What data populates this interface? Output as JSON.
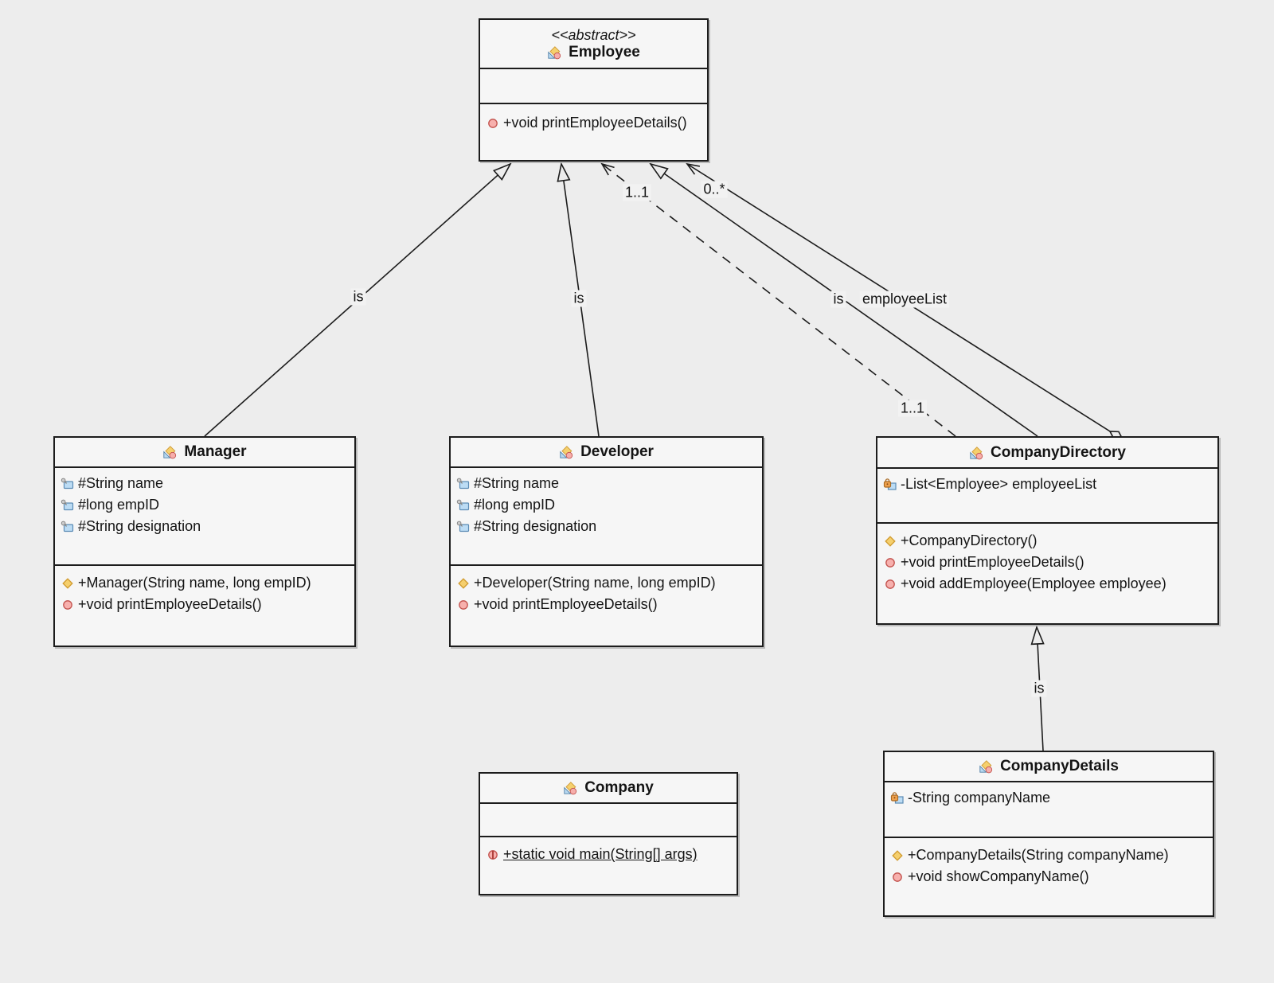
{
  "diagram": {
    "kind": "uml-class-diagram",
    "background_color": "#ededed",
    "box_fill_color": "#f6f6f6",
    "line_color": "#1c1c1c",
    "palette": {
      "field_blue": "#bcdcf4",
      "lock_orange": "#f0a24e",
      "method_pink": "#f7b0ad",
      "constructor_gold": "#f5cf6d",
      "class_icon_gold": "#f5d06e",
      "class_icon_blue": "#b9d9f0",
      "class_icon_pink": "#f6aeab"
    }
  },
  "classes": {
    "employee": {
      "icon": "class-icon",
      "stereotype": "<<abstract>>",
      "name": "Employee",
      "attributes": [],
      "operations": [
        {
          "icon": "public-method-icon",
          "text": "+void printEmployeeDetails()"
        }
      ]
    },
    "manager": {
      "icon": "class-icon",
      "name": "Manager",
      "attributes": [
        {
          "icon": "protected-field-icon",
          "text": "#String name"
        },
        {
          "icon": "protected-field-icon",
          "text": "#long empID"
        },
        {
          "icon": "protected-field-icon",
          "text": "#String designation"
        }
      ],
      "operations": [
        {
          "icon": "constructor-icon",
          "text": "+Manager(String name, long empID)"
        },
        {
          "icon": "public-method-icon",
          "text": "+void printEmployeeDetails()"
        }
      ]
    },
    "developer": {
      "icon": "class-icon",
      "name": "Developer",
      "attributes": [
        {
          "icon": "protected-field-icon",
          "text": "#String name"
        },
        {
          "icon": "protected-field-icon",
          "text": "#long empID"
        },
        {
          "icon": "protected-field-icon",
          "text": "#String designation"
        }
      ],
      "operations": [
        {
          "icon": "constructor-icon",
          "text": "+Developer(String name, long empID)"
        },
        {
          "icon": "public-method-icon",
          "text": "+void printEmployeeDetails()"
        }
      ]
    },
    "company_directory": {
      "icon": "class-icon",
      "name": "CompanyDirectory",
      "attributes": [
        {
          "icon": "private-field-icon",
          "text": "-List<Employee> employeeList"
        }
      ],
      "operations": [
        {
          "icon": "constructor-icon",
          "text": "+CompanyDirectory()"
        },
        {
          "icon": "public-method-icon",
          "text": "+void printEmployeeDetails()"
        },
        {
          "icon": "public-method-icon",
          "text": "+void addEmployee(Employee employee)"
        }
      ]
    },
    "company": {
      "icon": "class-icon",
      "name": "Company",
      "attributes": [],
      "operations": [
        {
          "icon": "static-method-icon",
          "text": "+static void main(String[] args)",
          "underline": true
        }
      ]
    },
    "company_details": {
      "icon": "class-icon",
      "name": "CompanyDetails",
      "attributes": [
        {
          "icon": "private-field-icon",
          "text": "-String companyName"
        }
      ],
      "operations": [
        {
          "icon": "constructor-icon",
          "text": "+CompanyDetails(String companyName)"
        },
        {
          "icon": "public-method-icon",
          "text": "+void showCompanyName()"
        }
      ]
    }
  },
  "edges": [
    {
      "type": "generalization",
      "from": "Manager",
      "to": "Employee",
      "label": "is"
    },
    {
      "type": "generalization",
      "from": "Developer",
      "to": "Employee",
      "label": "is"
    },
    {
      "type": "dependency",
      "line_style": "dashed",
      "from": "CompanyDirectory",
      "to": "Employee",
      "multiplicity_near_employee": "1..1",
      "multiplicity_near_companydirectory": "1..1"
    },
    {
      "type": "generalization",
      "from": "CompanyDirectory",
      "to": "Employee",
      "label": "is"
    },
    {
      "type": "aggregation",
      "from": "CompanyDirectory",
      "to": "Employee",
      "label": "employeeList",
      "multiplicity_near_employee": "0..*"
    },
    {
      "type": "generalization",
      "from": "CompanyDetails",
      "to": "CompanyDirectory",
      "label": "is"
    }
  ]
}
